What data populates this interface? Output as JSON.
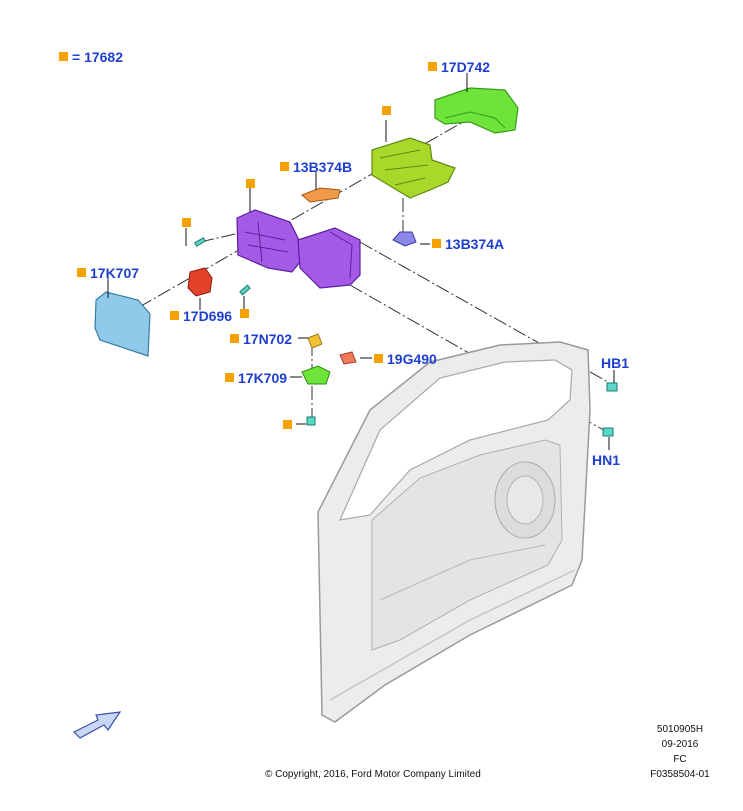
{
  "legend": {
    "equals": "= 17682"
  },
  "callouts": {
    "c17D742": "17D742",
    "c13B374B": "13B374B",
    "c13B374A": "13B374A",
    "c17K707": "17K707",
    "c17D696": "17D696",
    "c17N702": "17N702",
    "c19G490": "19G490",
    "c17K709": "17K709",
    "cHB1": "HB1",
    "cHN1": "HN1"
  },
  "footer": {
    "copyright": "© Copyright, 2016, Ford Motor Company Limited",
    "doc_number": "5010905H",
    "date": "09-2016",
    "code": "FC",
    "figure_id": "F0358504-01"
  },
  "colors": {
    "label": "#1e3fd0",
    "marker": "#f5a100",
    "cover": "#6ee33a",
    "bracket": "#a9d82a",
    "housing": "#a55ae6",
    "glass": "#8fc9ea",
    "actuator": "#e4422a",
    "door": "#e9e9e9"
  },
  "icons": {
    "nav_arrow": "nav-arrow-icon"
  }
}
